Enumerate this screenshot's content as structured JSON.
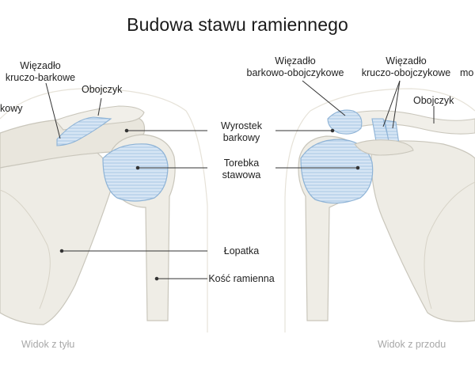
{
  "title": "Budowa stawu ramiennego",
  "views": {
    "posterior": "Widok z tyłu",
    "anterior": "Widok z przodu"
  },
  "labels": {
    "left_ligament_line1": "Więzadło",
    "left_ligament_line2": "kruczo-barkowe",
    "left_clavicle": "Obojczyk",
    "left_cut_fragment": "kowy",
    "center_acromion_line1": "Wyrostek",
    "center_acromion_line2": "barkowy",
    "center_capsule_line1": "Torebka",
    "center_capsule_line2": "stawowa",
    "center_scapula": "Łopatka",
    "center_humerus": "Kość ramienna",
    "right_ac_ligament_line1": "Więzadło",
    "right_ac_ligament_line2": "barkowo-obojczykowe",
    "right_cc_ligament_line1": "Więzadło",
    "right_cc_ligament_line2": "kruczo-obojczykowe",
    "right_cut_fragment": "mo",
    "right_clavicle": "Obojczyk"
  },
  "colors": {
    "bone_fill": "#eeece5",
    "bone_stroke": "#c9c6bb",
    "ligament_fill": "#d3e3f3",
    "ligament_stroke": "#8eb3d6",
    "leader_line": "#333333",
    "view_caption": "#a8a8a8"
  }
}
